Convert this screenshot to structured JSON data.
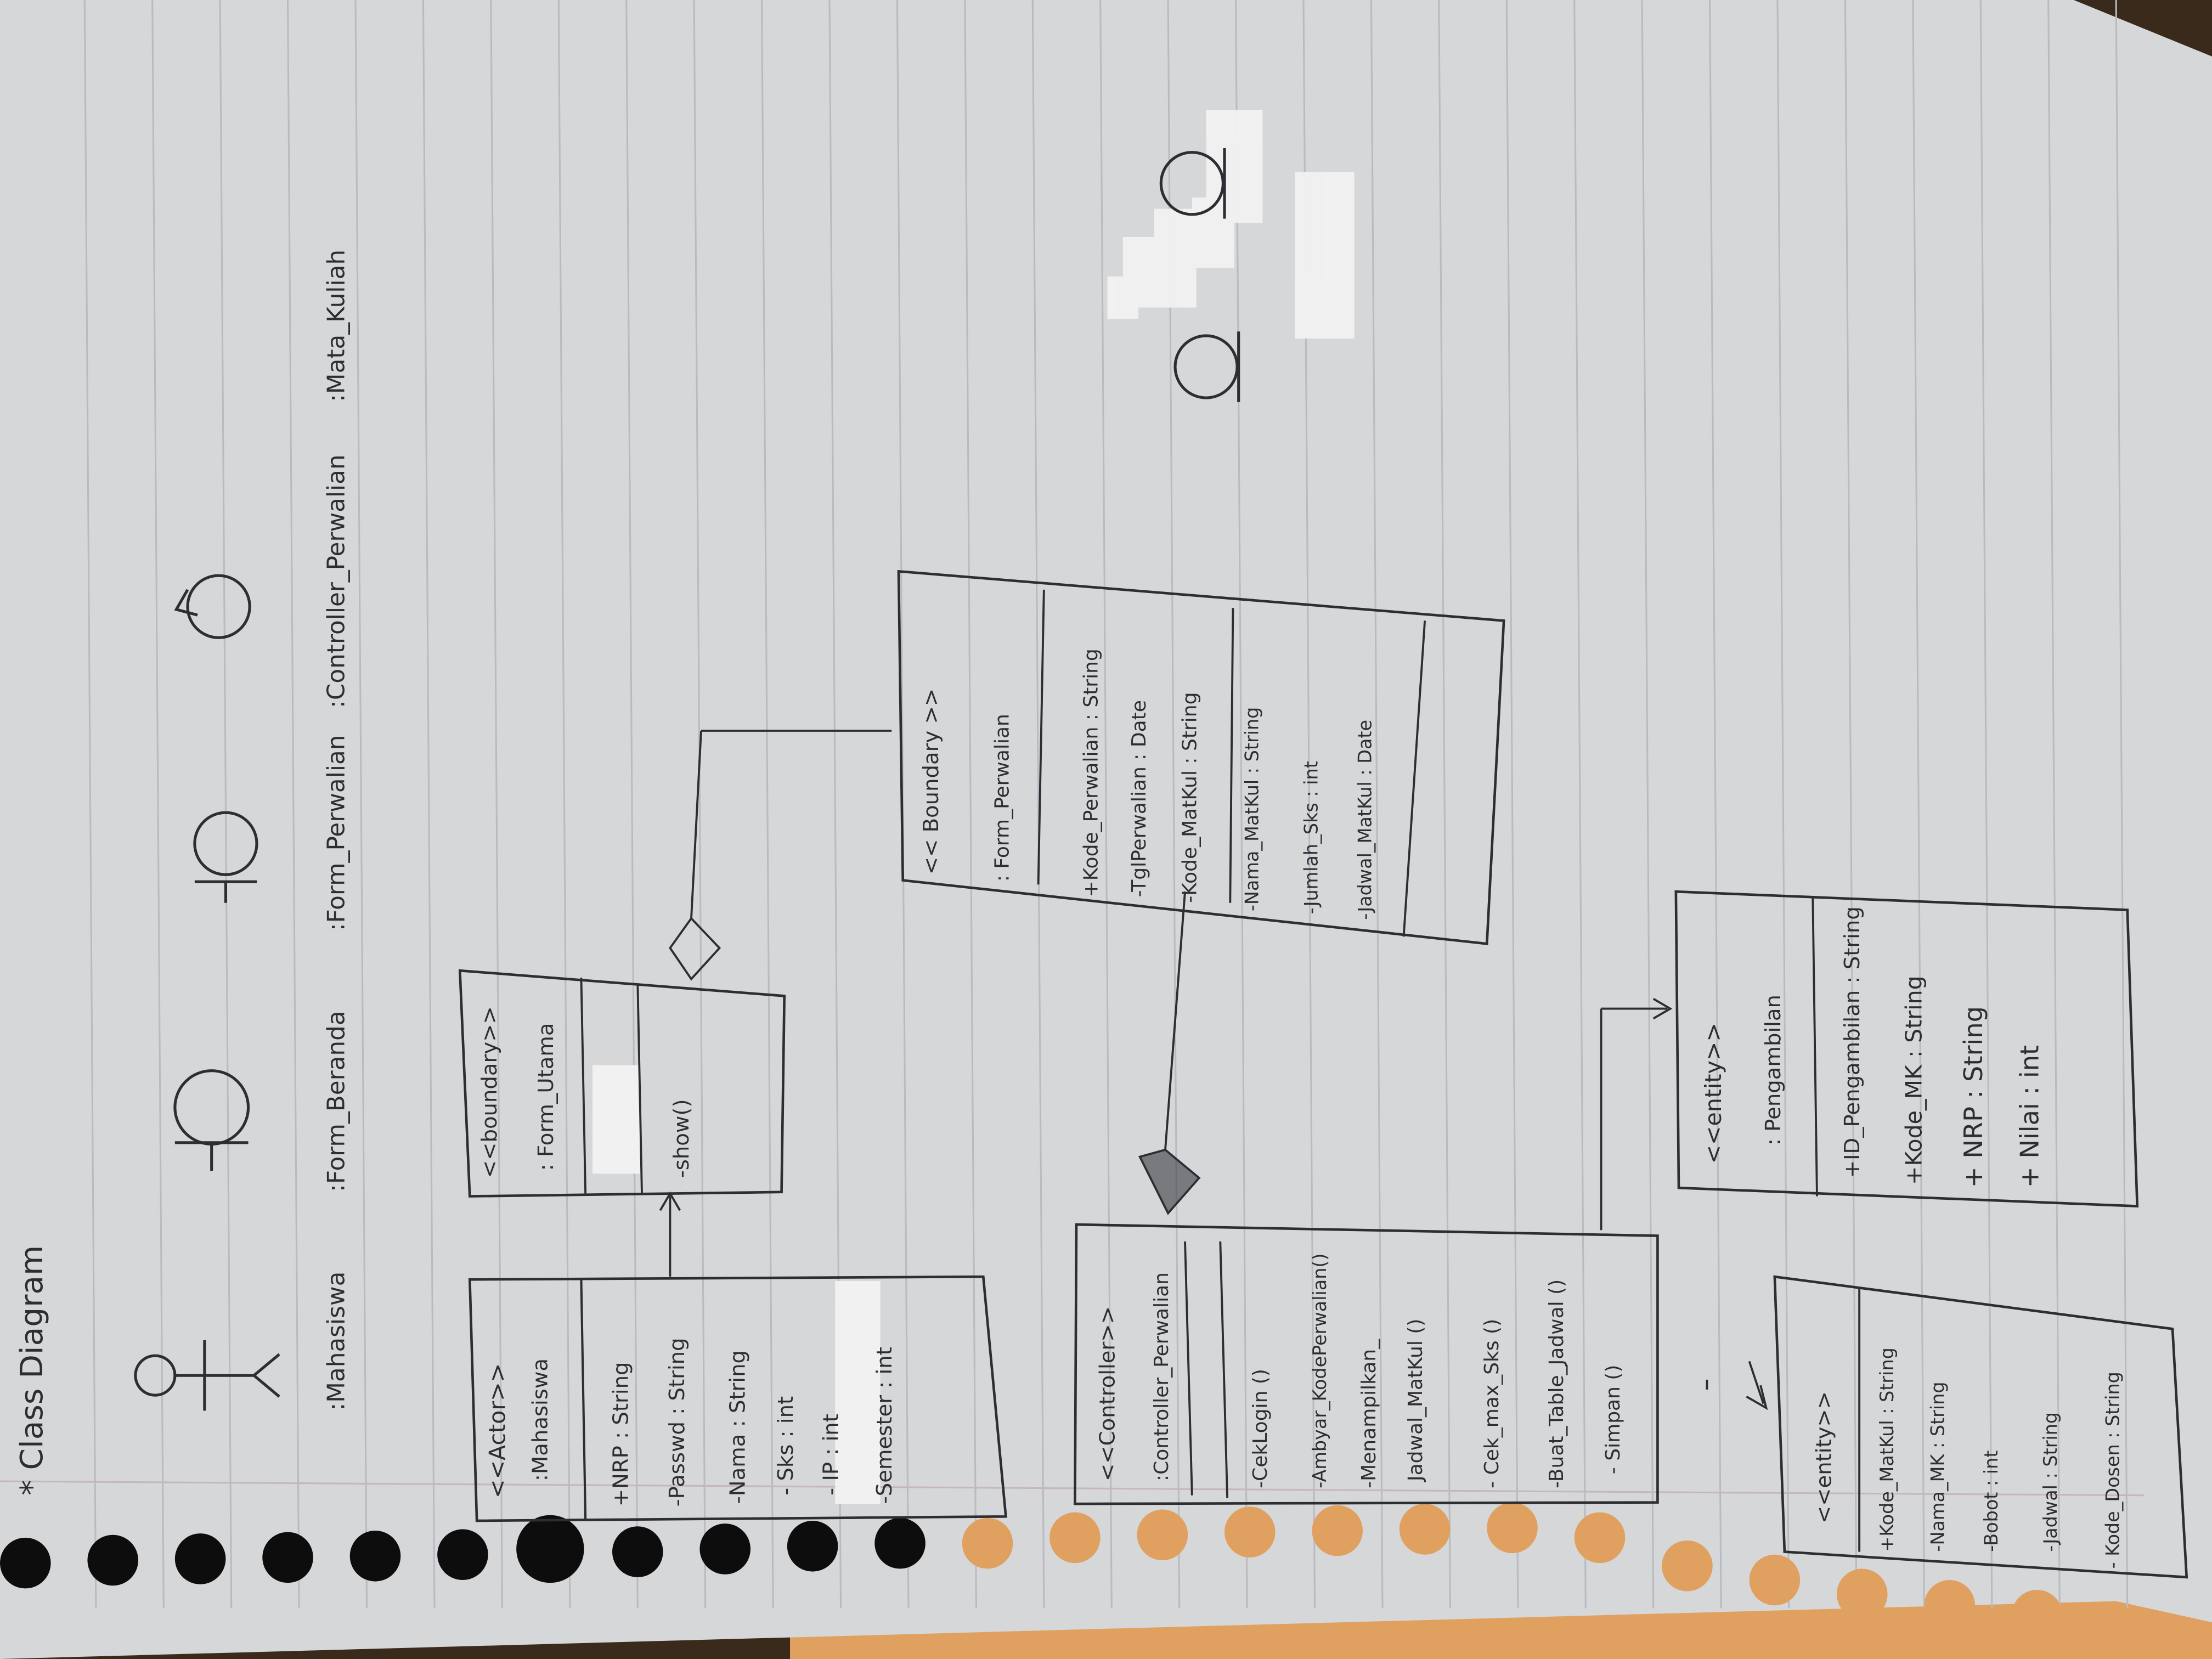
{
  "page": {
    "title": "* Class Diagram"
  },
  "colors": {
    "paper": "#d6d7d9",
    "rule_line": "#b9bbc2",
    "margin_line": "#c4b7bd",
    "ink": "#2d2d33",
    "desk": "#e0a160",
    "hole": "#0d0d0d",
    "tape": "#f2f2f2"
  },
  "lifelines": [
    {
      "icon": "actor-icon",
      "label": ":Mahasiswa"
    },
    {
      "icon": "boundary-icon",
      "label": ":Form_Beranda"
    },
    {
      "icon": "boundary-icon",
      "label": ":Form_Perwalian"
    },
    {
      "icon": "control-icon",
      "label": ":Controller_Perwalian"
    },
    {
      "icon": "entity-icon",
      "label": ":Mata_Kuliah"
    }
  ],
  "classes": {
    "actor": {
      "stereotype": "<<Actor>>",
      "name": ":Mahasiswa",
      "attributes": [
        "+NRP : String",
        "-Passwd : String",
        "-Nama : String",
        "- Sks : int",
        "- IP : int",
        "-Semester : int"
      ]
    },
    "form_utama": {
      "stereotype": "<<boundary>>",
      "name": ": Form_Utama",
      "operations": [
        "-show()"
      ]
    },
    "form_perwalian": {
      "stereotype": "<< Boundary >>",
      "name": ": Form_Perwalian",
      "attributes": [
        "+Kode_Perwalian : String",
        "-TglPerwalian : Date",
        "-Kode_MatKul : String"
      ],
      "operations": [
        "-Nama_MatKul : String",
        "-Jumlah_Sks : int",
        "-Jadwal_MatKul : Date"
      ]
    },
    "controller": {
      "stereotype": "<<Controller>>",
      "name": ":Controller_Perwalian",
      "operations": [
        "-CekLogin ()",
        "-Ambyar_KodePerwalian()",
        "-Menampilkan_",
        "Jadwal_MatKul ()",
        "- Cek_max_Sks ()",
        "-Buat_Table_Jadwal ()",
        "- Simpan ()"
      ]
    },
    "pengambilan": {
      "stereotype": "<<entity>>",
      "name": ": Pengambilan",
      "attributes": [
        "+ID_Pengambilan : String",
        "+Kode_MK : String",
        "+ NRP : String",
        "+ Nilai : int"
      ]
    },
    "matakuliah": {
      "stereotype": "<<entity>>",
      "attributes": [
        "+Kode_MatKul : String",
        "-Nama_MK : String",
        "-Bobot : int",
        "-Jadwal : String",
        "- Kode_Dosen : String"
      ]
    }
  }
}
